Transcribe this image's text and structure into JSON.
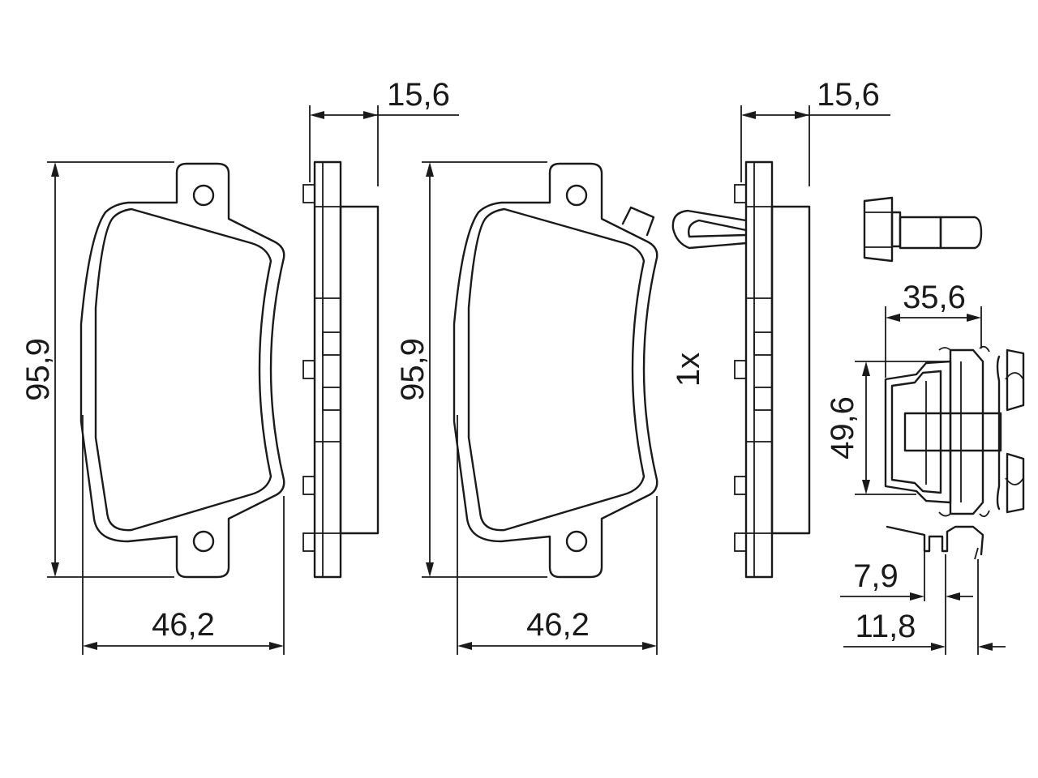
{
  "dimensions": {
    "pad_a_height": "95,9",
    "pad_a_width": "46,2",
    "pad_a_thickness": "15,6",
    "pad_b_height": "95,9",
    "pad_b_width": "46,2",
    "pad_b_thickness": "15,6",
    "quantity": "1x",
    "clip_width": "35,6",
    "clip_height": "49,6",
    "clip_depth_a": "7,9",
    "clip_depth_b": "11,8"
  },
  "colors": {
    "line": "#1a1a1a",
    "background": "#ffffff"
  }
}
